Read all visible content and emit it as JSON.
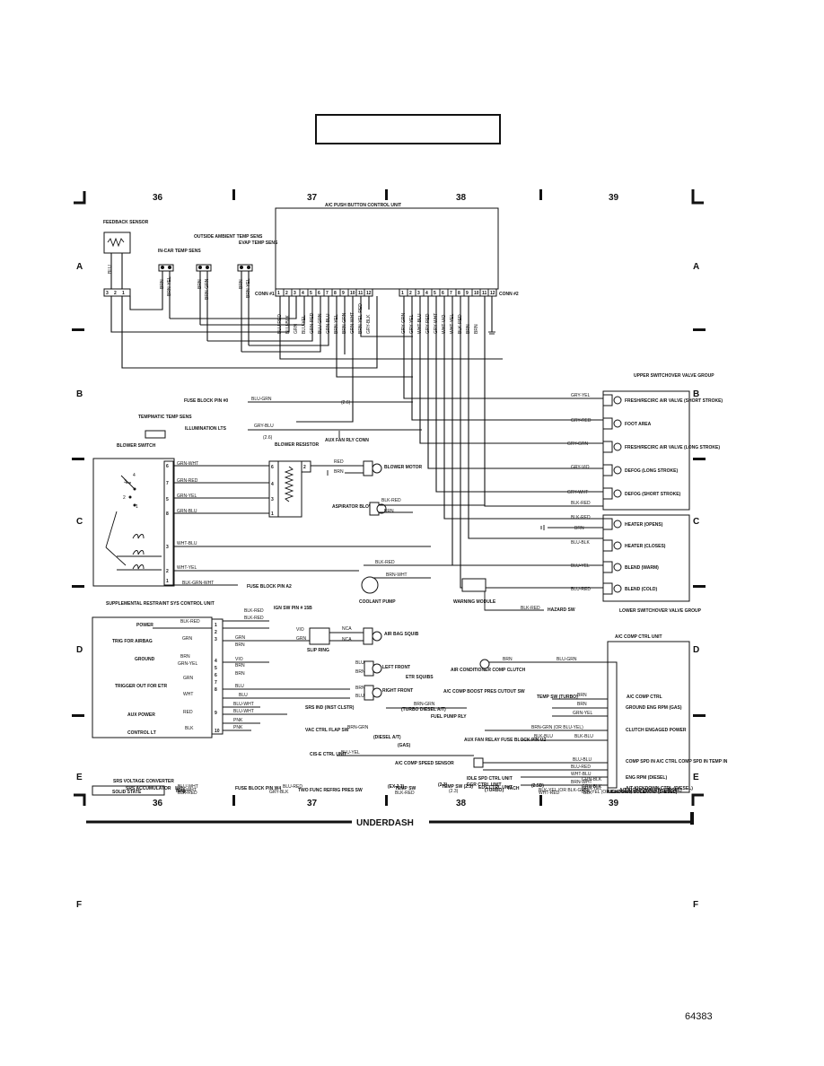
{
  "sheet": {
    "doc_number": "64383",
    "footer_label": "UNDERDASH",
    "columns": [
      "36",
      "37",
      "38",
      "39"
    ],
    "rows": [
      "A",
      "B",
      "C",
      "D",
      "E",
      "F"
    ]
  },
  "components": {
    "feedback_sensor": "FEEDBACK SENSOR",
    "in_car_temp_sens": "IN-CAR TEMP SENS",
    "outside_ambient_temp_sens": "OUTSIDE AMBIENT TEMP SENS",
    "evap_temp_sens": "EVAP TEMP SENS",
    "ac_push_button_control_unit": "A/C PUSH BUTTON CONTROL UNIT",
    "conn1": "CONN #1",
    "conn2": "CONN #2",
    "upper_switchover": "UPPER SWITCHOVER VALVE GROUP",
    "fresh_recirc_short": "FRESH/RECIRC AIR VALVE (SHORT STROKE)",
    "foot_area": "FOOT AREA",
    "fresh_recirc_long": "FRESH/RECIRC AIR VALVE (LONG STROKE)",
    "defog_long": "DEFOG (LONG STROKE)",
    "defog_short": "DEFOG (SHORT STROKE)",
    "heater_opens": "HEATER (OPENS)",
    "heater_closes": "HEATER (CLOSES)",
    "blend_warm": "BLEND (WARM)",
    "blend_cold": "BLEND (COLD)",
    "lower_switchover": "LOWER SWITCHOVER VALVE GROUP",
    "fuse_block_pin_a": "FUSE BLOCK PIN #0",
    "tempmatic_temp_sens": "TEMPMATIC TEMP SENS",
    "illumination_lts": "ILLUMINATION LTS",
    "aux_fan_rly_conn": "AUX FAN RLY CONN",
    "blower_switch": "BLOWER SWITCH",
    "blower_resistor": "BLOWER RESISTOR",
    "blower_motor": "BLOWER MOTOR",
    "aspirator_blower": "ASPIRATOR BLOWER",
    "coolant_pump": "COOLANT PUMP",
    "warning_module": "WARNING MODULE",
    "hazard_sw": "HAZARD SW",
    "fuse_block_pin_a2": "FUSE BLOCK PIN A2",
    "srs_control_unit": "SUPPLEMENTAL RESTRAINT SYS CONTROL UNIT",
    "power": "POWER",
    "trig_airbag": "TRIG FOR AIRBAG",
    "ground": "GROUND",
    "trigger_out_etr": "TRIGGER OUT FOR ETR",
    "aux_power": "AUX POWER",
    "control_lt": "CONTROL LT",
    "ign_sw": "IGN SW PIN # 15B",
    "slip_ring": "SLIP RING",
    "nca1": "NCA",
    "nca2": "NCA",
    "air_bag_squib": "AIR BAG SQUIB",
    "left_front": "LEFT FRONT",
    "right_front": "RIGHT FRONT",
    "etr_squibs": "ETR SQUIBS",
    "srs_ind": "SRS IND (INST CLSTR)",
    "vac_ctrl_flap": "VAC CTRL FLAP SW",
    "cis_e": "CIS-E CTRL UNIT",
    "ac_comp_clutch": "AIR CONDITIONER COMP CLUTCH",
    "ac_comp_boost": "A/C COMP BOOST PRES CUTOUT SW",
    "turbo_diesel": "(TURBO DIESEL A/T)",
    "diesel_at": "(DIESEL A/T)",
    "gas": "(GAS)",
    "fuel_pump_rly": "FUEL PUMP RLY",
    "temp_sw_turbo": "TEMP SW (TURBO)",
    "aux_fan_relay": "AUX FAN RELAY FUSE BLOCK PIN U2",
    "ac_comp_speed_sensor": "A/C COMP SPEED SENSOR",
    "idle_spd": "IDLE SPD CTRL UNIT",
    "egr_ctrl": "EGR CTRL UNIT",
    "eds_ctrl": "EDS CTRL UNIT",
    "tach": "TACH",
    "turbo": "(TURBO)",
    "ac_comp_ctrl_unit": "A/C COMP CTRL UNIT",
    "ac_comp_ctrl": "A/C COMP CTRL",
    "ground_eng_rpm": "GROUND ENG RPM (GAS)",
    "clutch_engaged": "CLUTCH ENGAGED POWER",
    "comp_spd_in": "COMP SPD IN A/C CTRL COMP SPD IN TEMP IN",
    "eng_rpm_diesel": "ENG RPM (DIESEL)",
    "at_kickdown_ctrl": "A/T KICKDOWN CTRL (DIESEL)",
    "at_kickdown_sw": "A/T KICKDOWN SW (DIESEL)",
    "kickdown_solenoid": "KICKDOWN SOLENOID (DIESEL)",
    "srs_voltage_converter": "SRS VOLTAGE CONVERTER",
    "solid_state": "SOLID STATE",
    "srs_accumulator": "SRS ACCUMULATOR",
    "fuse_block_pin_w4": "FUSE BLOCK PIN W4",
    "two_func_refrig": "TWO FUNC REFRIG PRES SW",
    "temp_sw": "TEMP SW",
    "temp_sw_23": "TEMP SW (2.3)",
    "ex_23": "(EX 2.3)",
    "v23": "(2.3)",
    "v25d": "(2.5D)"
  },
  "wires": {
    "blu": "BLU",
    "brn": "BRN",
    "brn_yel": "BRN-YEL",
    "brn_grn": "BRN-GRN",
    "blu_grn": "BLU-GRN",
    "grn_blu": "GRN-BLU",
    "gry_blu": "GRY-BLU",
    "gry_yel": "GRY-YEL",
    "gry_red": "GRY-RED",
    "gry_grn": "GRY-GRN",
    "gry_vio": "GRY-VIO",
    "gry_wht": "GRY-WHT",
    "blk_red": "BLK-RED",
    "blu_blk": "BLU-BLK",
    "blu_yel": "BLU-YEL",
    "blu_red": "BLU-RED",
    "grn_wht": "GRN-WHT",
    "grn_red": "GRN-RED",
    "grn_yel": "GRN-YEL",
    "wht_blu": "WHT-BLU",
    "wht_yel": "WHT-YEL",
    "blk_grn_wht": "BLK-GRN-WHT",
    "red": "RED",
    "brn_wht": "BRN-WHT",
    "grn": "GRN",
    "vio": "VIO",
    "wht": "WHT",
    "blk": "BLK",
    "pnk": "PNK",
    "blu_wht": "BLU-WHT",
    "blk_blu": "BLK-BLU",
    "wht_blu2": "WHT-BLU",
    "grn_blk": "GRN-BLK",
    "blk_yel": "BLK-YEL (OR BLK-GRN)",
    "brn_grn_or": "BRN-GRN (OR BLU-YEL)",
    "gry_blk": "GRY-BLK",
    "wht_red": "WHT-RED",
    "blu_blu": "BLU-BLU",
    "blk_red2": "BLK-RED",
    "v26": "(2.6)",
    "v23b": "(2.3)"
  },
  "conn1_pins": [
    "1",
    "2",
    "3",
    "4",
    "5",
    "6",
    "7",
    "8",
    "9",
    "10",
    "11",
    "12"
  ],
  "conn1_wires": [
    "BLU-RED",
    "BLU-BLK",
    "GRN",
    "BLU-YEL",
    "GRN-RED",
    "BLU-GRN",
    "GRN-BLU",
    "BRN-YEL",
    "BRN-GRN",
    "GRN-WHT",
    "BRN-YEL-RED",
    "GRY-BLK"
  ],
  "conn2_pins": [
    "1",
    "2",
    "3",
    "4",
    "5",
    "6",
    "7",
    "8",
    "9",
    "10",
    "11",
    "12"
  ],
  "conn2_wires": [
    "GRY-GRN",
    "GRY-YEL",
    "WHT-BLU",
    "GRY-RED",
    "GRY-WHT",
    "WHT-VIO",
    "WHT-YEL",
    "BLK-RED",
    "BRN",
    "BRN"
  ]
}
